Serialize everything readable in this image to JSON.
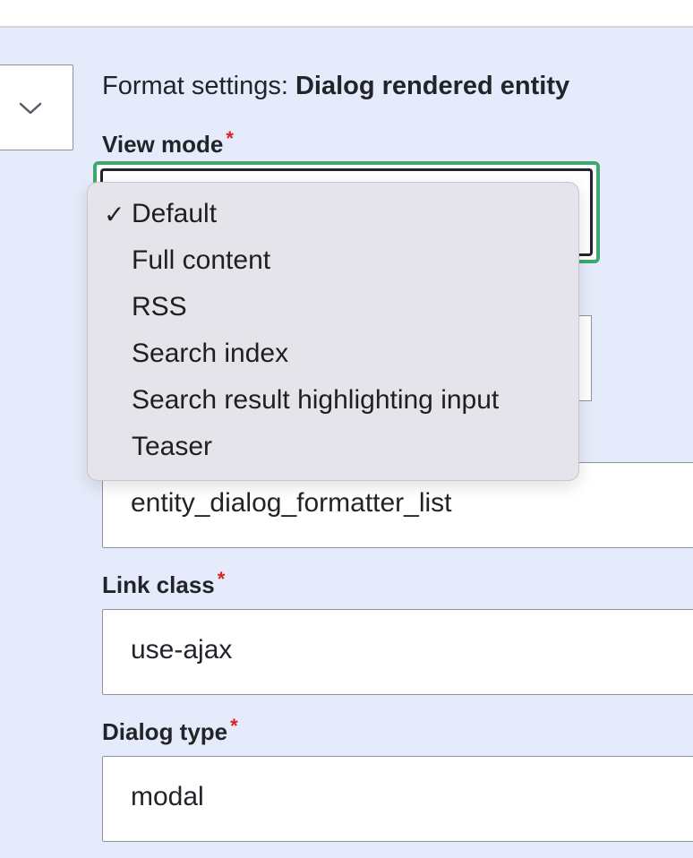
{
  "format_settings": {
    "prefix": "Format settings: ",
    "name": "Dialog rendered entity"
  },
  "view_mode": {
    "label": "View mode",
    "required_mark": "*",
    "options": [
      {
        "label": "Default",
        "selected": true
      },
      {
        "label": "Full content",
        "selected": false
      },
      {
        "label": "RSS",
        "selected": false
      },
      {
        "label": "Search index",
        "selected": false
      },
      {
        "label": "Search result highlighting input",
        "selected": false
      },
      {
        "label": "Teaser",
        "selected": false
      }
    ],
    "check_glyph": "✓"
  },
  "link_id_field": {
    "value": "entity_dialog_formatter_list"
  },
  "link_class": {
    "label": "Link class",
    "required_mark": "*",
    "value": "use-ajax"
  },
  "dialog_type": {
    "label": "Dialog type",
    "required_mark": "*",
    "value": "modal"
  },
  "colors": {
    "background": "#e5ebfa",
    "focus_ring": "#3fa76f",
    "required": "#d72222",
    "dropdown_bg": "#e4e4ea"
  }
}
